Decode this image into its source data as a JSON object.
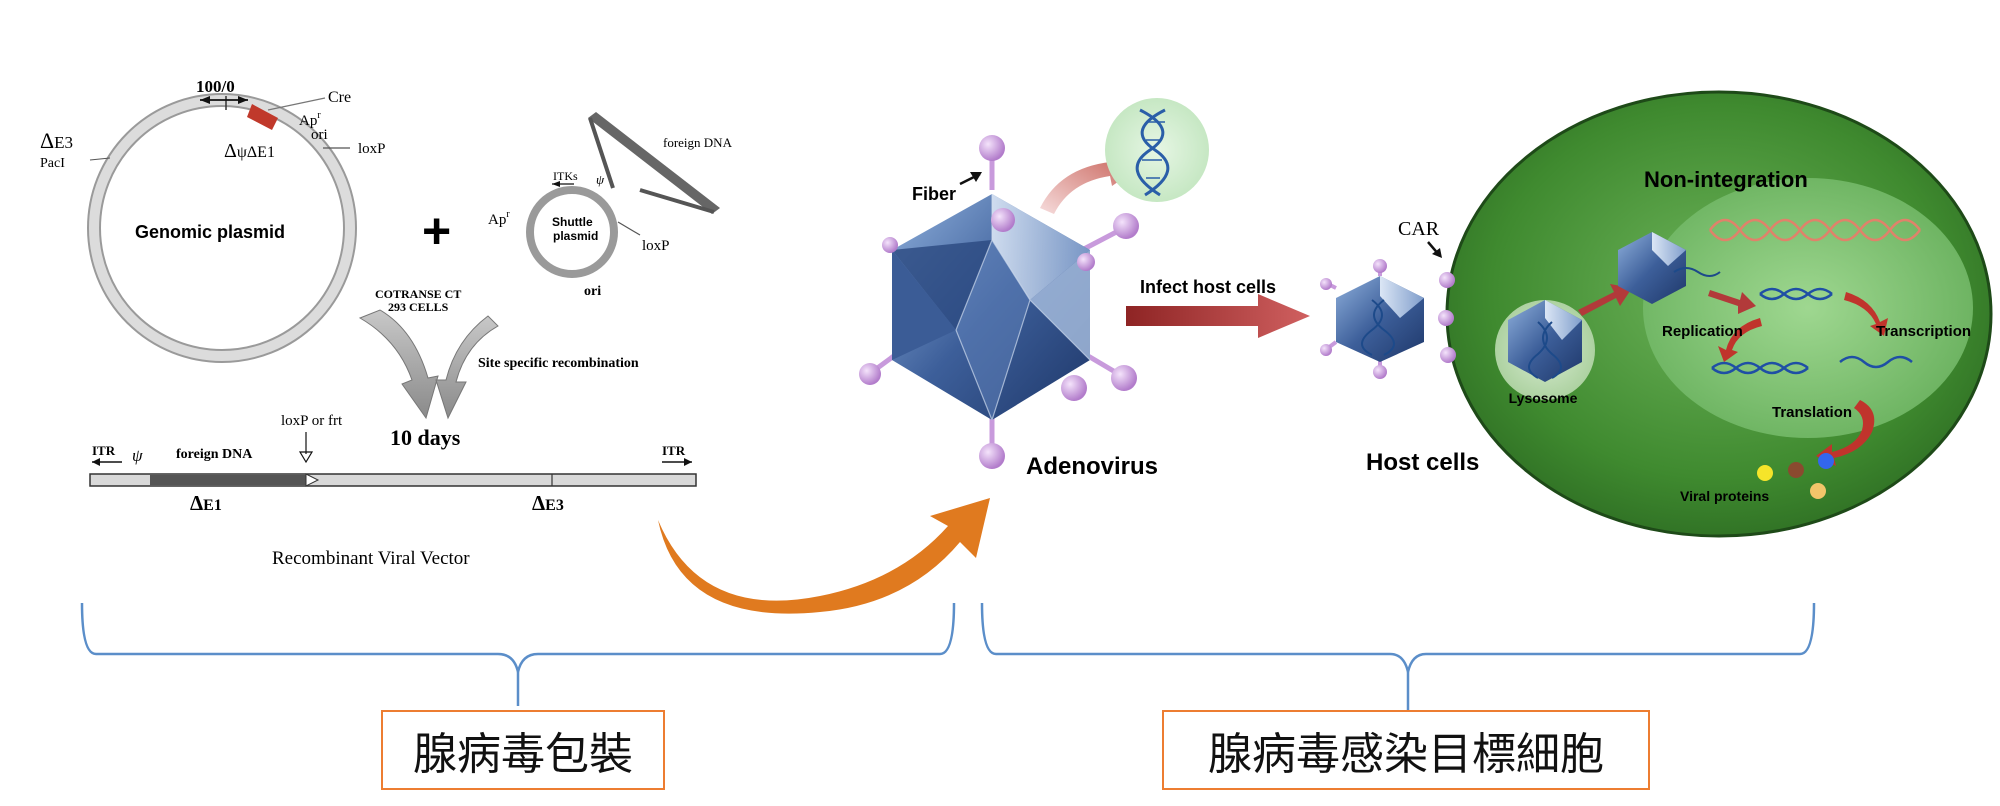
{
  "plasmid_panel": {
    "marker_100_0": "100/0",
    "cre": "Cre",
    "ap_r": "Ap",
    "ap_r_sup": "r",
    "ori": "ori",
    "loxp": "loxP",
    "delta_e3": "E3",
    "paci": "PacI",
    "psi_e1": "ψΔE1",
    "genomic_plasmid": "Genomic plasmid",
    "plus": "+",
    "foreign_dna": "foreign DNA",
    "itks": "ITKs",
    "psi": "ψ",
    "shuttle_plasmid_line1": "Shuttle",
    "shuttle_plasmid_line2": "plasmid",
    "shuttle_ap": "Ap",
    "shuttle_loxp": "loxP",
    "shuttle_ori": "ori",
    "cotransect_line1": "COTRANSE CT",
    "cotransect_line2": "293 CELLS",
    "site_specific": "Site specific recombination",
    "ten_days": "10  days",
    "loxp_or_frt": "loxP or frt",
    "itr_left": "ITR",
    "itr_right": "ITR",
    "vector_psi": "ψ",
    "vector_foreign_dna": "foreign  DNA",
    "vector_e1": "E1",
    "vector_e3": "E3",
    "recombinant_viral_vector": "Recombinant Viral Vector"
  },
  "adenovirus_panel": {
    "fiber": "Fiber",
    "adenovirus": "Adenovirus",
    "infect_host_cells": "Infect host cells",
    "car": "CAR",
    "host_cells": "Host cells"
  },
  "cell_panel": {
    "non_integration": "Non-integration",
    "replication": "Replication",
    "transcription": "Transcription",
    "translation": "Translation",
    "lysosome": "Lysosome",
    "viral_proteins": "Viral proteins"
  },
  "bottom_labels": {
    "left": "腺病毒包裝",
    "right": "腺病毒感染目標細胞"
  },
  "colors": {
    "brace": "#5b8ec9",
    "label_border": "#ed7d31",
    "orange_arrow": "#e07a1f",
    "red_arrow": "#b23a3a",
    "cell_green": "#3f8a2f",
    "nucleus_green": "#7fc46f",
    "virus_blue": "#3d5f9a",
    "fiber_purple": "#c89adc"
  }
}
